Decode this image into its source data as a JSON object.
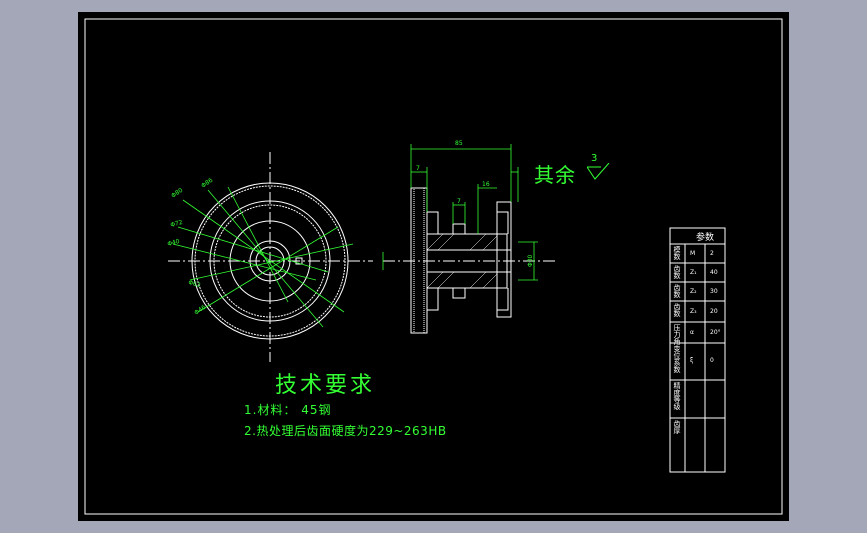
{
  "rest_note": {
    "label": "其余",
    "roughness": "3"
  },
  "tech_requirements": {
    "title": "技术要求",
    "items": [
      "1.材料： 45钢",
      "2.热处理后齿面硬度为229~263HB"
    ]
  },
  "param_table": {
    "title": "参数",
    "rows": [
      {
        "label": "模数",
        "symbol": "M",
        "value": "2"
      },
      {
        "label": "齿数",
        "symbol": "Z₁",
        "value": "40"
      },
      {
        "label": "齿数",
        "symbol": "Z₂",
        "value": "30"
      },
      {
        "label": "齿数",
        "symbol": "Z₃",
        "value": "20"
      },
      {
        "label": "压力角",
        "symbol": "α",
        "value": "20°"
      },
      {
        "label": "变位系数",
        "symbol": "ξ",
        "value": "0"
      },
      {
        "label": "精度等级",
        "symbol": "",
        "value": ""
      },
      {
        "label": "齿厚",
        "symbol": "",
        "value": ""
      }
    ]
  },
  "dimensions": {
    "overall_width": "85",
    "flange_width": "7",
    "hub_width": "16",
    "slot_width": "7",
    "bore": "Φ30"
  },
  "colors": {
    "sheet": "#000000",
    "frame": "#a3a7b7",
    "green": "#33ff33",
    "line": "#ffffff"
  }
}
